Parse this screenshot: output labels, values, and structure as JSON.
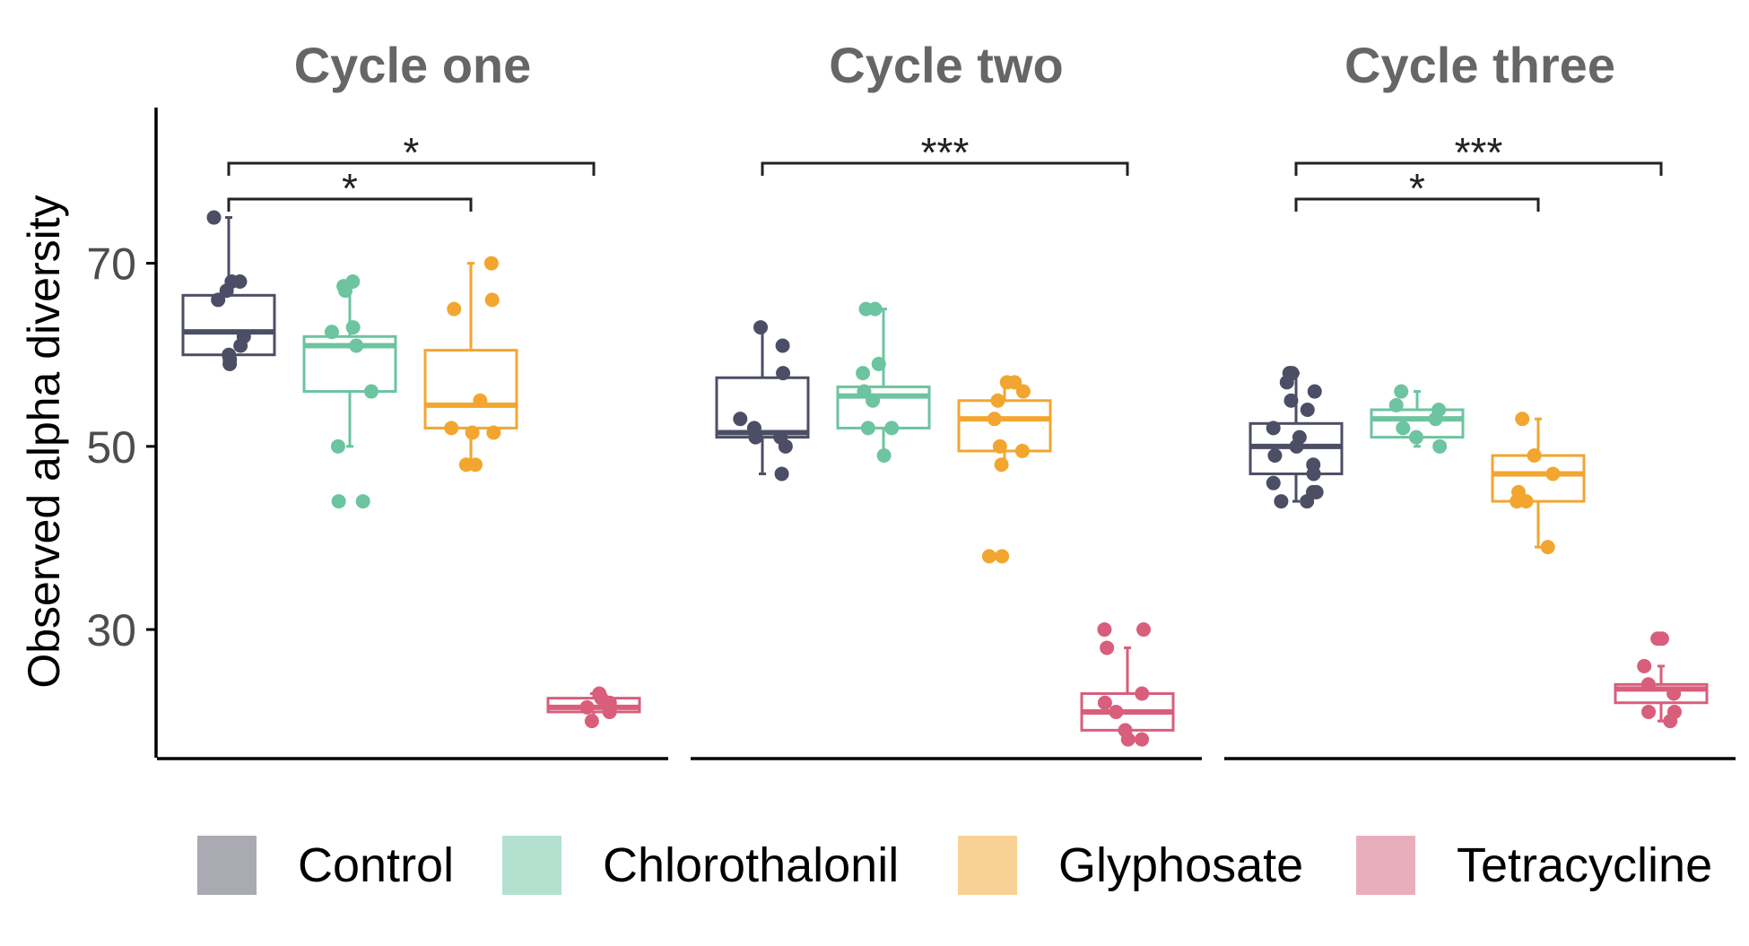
{
  "chart_data": {
    "type": "box",
    "ylabel": "Observed alpha diversity",
    "yticks": [
      30,
      50,
      70
    ],
    "ylim": [
      16,
      87
    ],
    "facets": [
      {
        "title": "Cycle one",
        "groups": [
          {
            "name": "Control",
            "q1": 60,
            "median": 62.5,
            "q3": 66.5,
            "whisker_low": 59,
            "whisker_high": 75,
            "points": [
              75,
              68,
              68,
              67,
              66,
              62,
              61,
              60,
              59.5,
              59
            ]
          },
          {
            "name": "Chlorothalonil",
            "q1": 56,
            "median": 61,
            "q3": 62,
            "whisker_low": 50,
            "whisker_high": 68,
            "points": [
              68,
              67.5,
              67,
              63,
              62.5,
              61,
              56,
              50,
              44,
              44
            ]
          },
          {
            "name": "Glyphosate",
            "q1": 52,
            "median": 54.5,
            "q3": 60.5,
            "whisker_low": 48,
            "whisker_high": 70,
            "points": [
              70,
              66,
              65,
              55,
              52,
              51.5,
              51.5,
              48,
              48
            ]
          },
          {
            "name": "Tetracycline",
            "q1": 21,
            "median": 21.5,
            "q3": 22.5,
            "whisker_low": 20,
            "whisker_high": 23,
            "points": [
              23,
              22.5,
              22,
              21.5,
              21,
              20
            ]
          }
        ],
        "comparisons": [
          {
            "from": "Control",
            "to": "Tetracycline",
            "label": "*"
          },
          {
            "from": "Control",
            "to": "Glyphosate",
            "label": "*"
          }
        ]
      },
      {
        "title": "Cycle two",
        "groups": [
          {
            "name": "Control",
            "q1": 51,
            "median": 51.5,
            "q3": 57.5,
            "whisker_low": 47,
            "whisker_high": 63,
            "points": [
              63,
              61,
              58,
              53,
              52,
              51,
              51,
              50,
              47
            ]
          },
          {
            "name": "Chlorothalonil",
            "q1": 52,
            "median": 55.5,
            "q3": 56.5,
            "whisker_low": 49,
            "whisker_high": 65,
            "points": [
              65,
              65,
              59,
              58,
              56,
              55,
              52,
              52,
              49
            ]
          },
          {
            "name": "Glyphosate",
            "q1": 49.5,
            "median": 53,
            "q3": 55,
            "whisker_low": 48,
            "whisker_high": 57,
            "points": [
              57,
              57,
              56,
              55,
              53,
              50,
              49.5,
              48,
              38,
              38
            ]
          },
          {
            "name": "Tetracycline",
            "q1": 19,
            "median": 21,
            "q3": 23,
            "whisker_low": 18,
            "whisker_high": 28,
            "points": [
              30,
              30,
              28,
              23,
              22,
              21,
              19,
              18,
              18
            ]
          }
        ],
        "comparisons": [
          {
            "from": "Control",
            "to": "Tetracycline",
            "label": "***"
          }
        ]
      },
      {
        "title": "Cycle three",
        "groups": [
          {
            "name": "Control",
            "q1": 47,
            "median": 50,
            "q3": 52.5,
            "whisker_low": 44,
            "whisker_high": 58,
            "points": [
              58,
              58,
              57,
              56,
              55,
              54,
              52,
              51,
              50,
              49,
              48,
              47,
              46,
              45,
              45,
              44,
              44
            ]
          },
          {
            "name": "Chlorothalonil",
            "q1": 51,
            "median": 53,
            "q3": 54,
            "whisker_low": 50,
            "whisker_high": 56,
            "points": [
              56,
              54.5,
              54,
              53,
              52,
              51,
              50
            ]
          },
          {
            "name": "Glyphosate",
            "q1": 44,
            "median": 47,
            "q3": 49,
            "whisker_low": 39,
            "whisker_high": 53,
            "points": [
              53,
              49,
              47,
              45,
              44,
              44,
              39
            ]
          },
          {
            "name": "Tetracycline",
            "q1": 22,
            "median": 23.5,
            "q3": 24,
            "whisker_low": 20,
            "whisker_high": 26,
            "points": [
              29,
              29,
              26,
              24,
              23,
              21,
              21,
              20
            ]
          }
        ],
        "comparisons": [
          {
            "from": "Control",
            "to": "Tetracycline",
            "label": "***"
          },
          {
            "from": "Control",
            "to": "Glyphosate",
            "label": "*"
          }
        ]
      }
    ],
    "legend": {
      "placement": "bottom",
      "items": [
        {
          "name": "Control",
          "color": "#4c4e65",
          "fill": "#a9aab2"
        },
        {
          "name": "Chlorothalonil",
          "color": "#6cc4a1",
          "fill": "#b3e0cf"
        },
        {
          "name": "Glyphosate",
          "color": "#f2a630",
          "fill": "#f8d295"
        },
        {
          "name": "Tetracycline",
          "color": "#d85e7c",
          "fill": "#e9aebc"
        }
      ]
    },
    "grid": false
  }
}
